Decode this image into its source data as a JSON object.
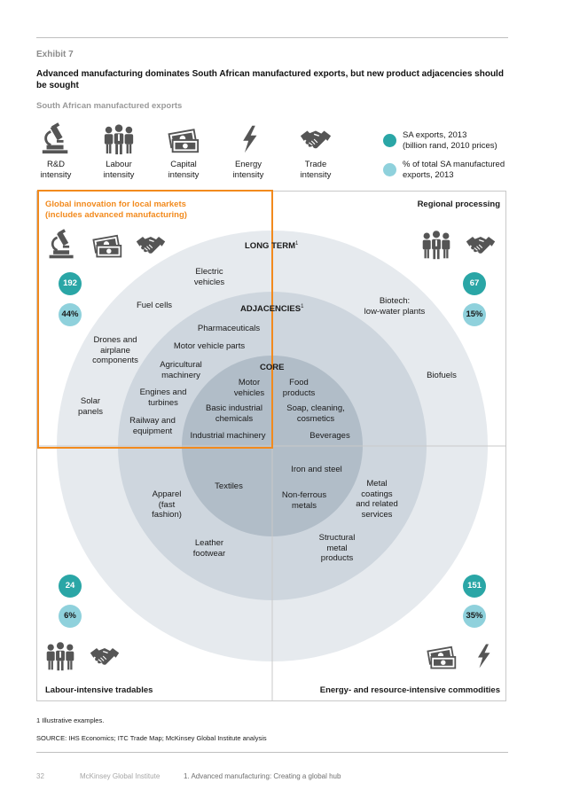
{
  "exhibit": "Exhibit 7",
  "title": "Advanced manufacturing dominates South African manufactured exports, but new product adjacencies should be sought",
  "subtitle": "South African manufactured exports",
  "intensity_icons": [
    {
      "icon": "microscope-icon",
      "label_1": "R&D",
      "label_2": "intensity"
    },
    {
      "icon": "people-icon",
      "label_1": "Labour",
      "label_2": "intensity"
    },
    {
      "icon": "money-icon",
      "label_1": "Capital",
      "label_2": "intensity"
    },
    {
      "icon": "lightning-icon",
      "label_1": "Energy",
      "label_2": "intensity"
    },
    {
      "icon": "handshake-icon",
      "label_1": "Trade",
      "label_2": "intensity"
    }
  ],
  "legend": {
    "exports_line1": "SA exports, 2013",
    "exports_line2": "(billion rand, 2010 prices)",
    "exports_color": "#2aa6a6",
    "share_line1": "% of total SA manufactured",
    "share_line2": "exports, 2013",
    "share_color": "#8fd1dc"
  },
  "quadrants": {
    "top_left": {
      "title_line1": "Global innovation for local markets",
      "title_line2": "(includes advanced manufacturing)",
      "title_color": "#f28a1d",
      "exports": "192",
      "share": "44%",
      "icons": [
        "microscope-icon",
        "money-icon",
        "handshake-icon"
      ]
    },
    "top_right": {
      "title": "Regional processing",
      "exports": "67",
      "share": "15%",
      "icons": [
        "people-icon",
        "handshake-icon"
      ]
    },
    "bottom_left": {
      "title": "Labour-intensive tradables",
      "exports": "24",
      "share": "6%",
      "icons": [
        "people-icon",
        "handshake-icon"
      ]
    },
    "bottom_right": {
      "title": "Energy- and resource-intensive commodities",
      "exports": "151",
      "share": "35%",
      "icons": [
        "money-icon",
        "lightning-icon"
      ]
    }
  },
  "rings": {
    "long_term": "LONG TERM",
    "long_term_note": "1",
    "adjacencies": "ADJACENCIES",
    "adjacencies_note": "1",
    "core": "CORE",
    "colors": {
      "outer": "#e6eaee",
      "middle": "#ced6de",
      "inner": "#b1bdc8"
    }
  },
  "items": {
    "electric_vehicles": [
      "Electric",
      "vehicles"
    ],
    "biotech": [
      "Biotech:",
      "low-water plants"
    ],
    "fuel_cells": [
      "Fuel cells"
    ],
    "drones": [
      "Drones and",
      "airplane",
      "components"
    ],
    "solar_panels": [
      "Solar",
      "panels"
    ],
    "biofuels": [
      "Biofuels"
    ],
    "pharmaceuticals": [
      "Pharmaceuticals"
    ],
    "motor_vehicle_parts": [
      "Motor vehicle parts"
    ],
    "agricultural_machinery": [
      "Agricultural",
      "machinery"
    ],
    "engines_turbines": [
      "Engines and",
      "turbines"
    ],
    "railway": [
      "Railway and",
      "equipment"
    ],
    "motor_vehicles": [
      "Motor",
      "vehicles"
    ],
    "food_products": [
      "Food",
      "products"
    ],
    "basic_chemicals": [
      "Basic industrial",
      "chemicals"
    ],
    "soap": [
      "Soap, cleaning,",
      "cosmetics"
    ],
    "industrial_machinery": [
      "Industrial machinery"
    ],
    "beverages": [
      "Beverages"
    ],
    "iron_steel": [
      "Iron and steel"
    ],
    "textiles": [
      "Textiles"
    ],
    "non_ferrous": [
      "Non-ferrous",
      "metals"
    ],
    "apparel": [
      "Apparel",
      "(fast",
      "fashion)"
    ],
    "metal_coatings": [
      "Metal",
      "coatings",
      "and related",
      "services"
    ],
    "leather": [
      "Leather",
      "footwear"
    ],
    "structural_metal": [
      "Structural",
      "metal",
      "products"
    ]
  },
  "footnote": "1  Illustrative examples.",
  "source": "SOURCE: IHS Economics; ITC Trade Map; McKinsey Global Institute analysis",
  "footer": {
    "page": "32",
    "publisher": "McKinsey Global Institute",
    "report": "1. Advanced manufacturing: Creating a global hub"
  }
}
